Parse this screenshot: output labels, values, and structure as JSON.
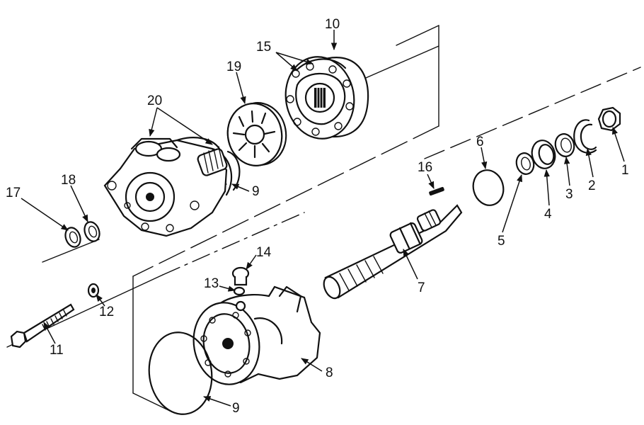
{
  "callouts": {
    "c1": "1",
    "c2": "2",
    "c3": "3",
    "c4": "4",
    "c5": "5",
    "c6": "6",
    "c7": "7",
    "c8": "8",
    "c9a": "9",
    "c9b": "9",
    "c10": "10",
    "c11": "11",
    "c12": "12",
    "c13": "13",
    "c14": "14",
    "c15": "15",
    "c16": "16",
    "c17": "17",
    "c18": "18",
    "c19": "19",
    "c20": "20"
  },
  "colors": {
    "ink": "#111111",
    "paper": "#ffffff"
  }
}
